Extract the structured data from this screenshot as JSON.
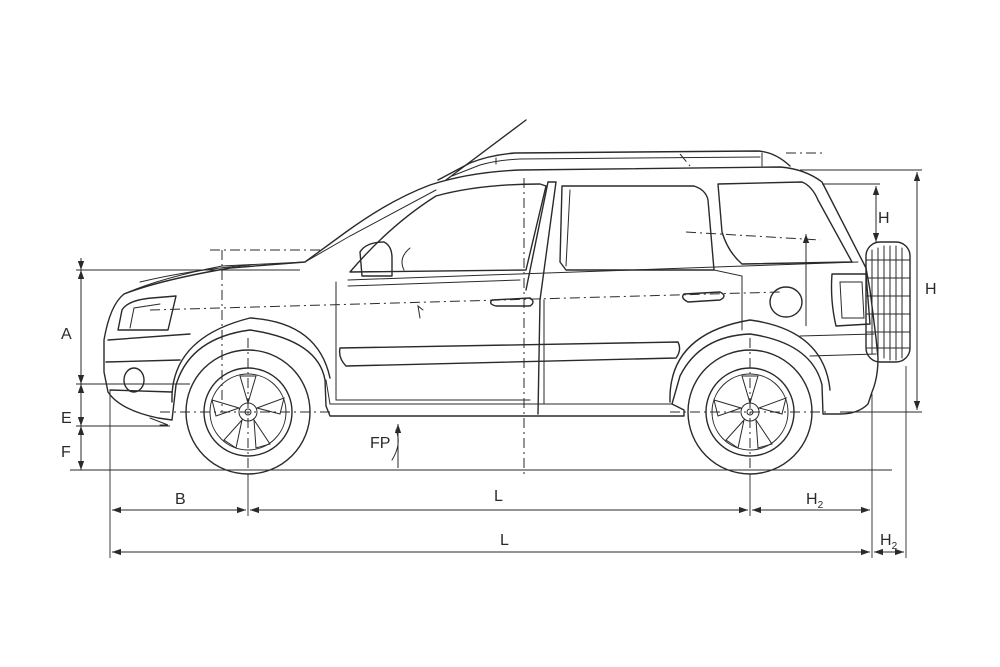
{
  "labels": {
    "a": "A",
    "e": "E",
    "f": "F",
    "fp": "FP",
    "b": "B",
    "l_wheelbase": "L",
    "l_total": "L",
    "h_rear_upper": "H",
    "h_total": "H",
    "h2_overhang": {
      "main": "H",
      "sub": "2"
    },
    "h2_spare": {
      "main": "H",
      "sub": "2"
    }
  },
  "colors": {
    "line": "#2a2a2a",
    "background": "#ffffff"
  }
}
